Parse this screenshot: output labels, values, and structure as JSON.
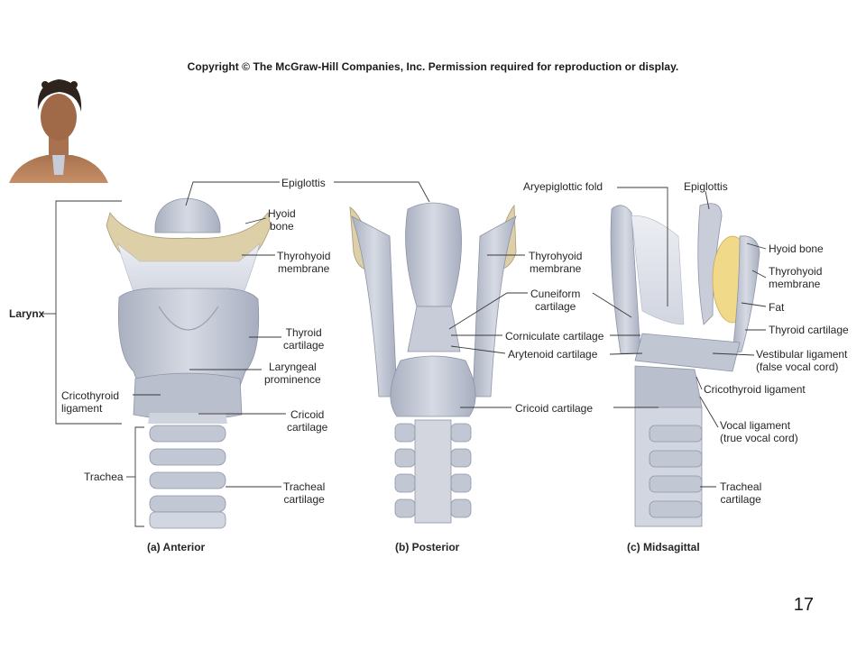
{
  "copyright": "Copyright © The McGraw-Hill Companies, Inc. Permission required for reproduction or display.",
  "page_number": "17",
  "colors": {
    "cartilage": "#c4c9d6",
    "cartilage_dark": "#9aa1b3",
    "membrane": "#dfe1ea",
    "bone": "#d8c9a0",
    "fat": "#f1d98a",
    "skin": "#9c6a4c"
  },
  "labels": {
    "larynx": "Larynx",
    "cricothyroid_ligament": [
      "Cricothyroid",
      "ligament"
    ],
    "trachea": "Trachea",
    "epiglottis": "Epiglottis",
    "hyoid_bone": [
      "Hyoid",
      "bone"
    ],
    "thyrohyoid_membrane": [
      "Thyrohyoid",
      "membrane"
    ],
    "thyroid_cartilage": [
      "Thyroid",
      "cartilage"
    ],
    "laryngeal_prominence": [
      "Laryngeal",
      "prominence"
    ],
    "cricoid_cartilage": [
      "Cricoid",
      "cartilage"
    ],
    "tracheal_cartilage": [
      "Tracheal",
      "cartilage"
    ],
    "post_thyrohyoid_membrane": [
      "Thyrohyoid",
      "membrane"
    ],
    "cuneiform_cartilage": [
      "Cuneiform",
      "cartilage"
    ],
    "corniculate_cartilage": "Corniculate cartilage",
    "arytenoid_cartilage": "Arytenoid cartilage",
    "post_cricoid_cartilage": "Cricoid cartilage",
    "aryepiglottic_fold": "Aryepiglottic fold",
    "mid_epiglottis": "Epiglottis",
    "mid_hyoid_bone": "Hyoid bone",
    "mid_thyrohyoid_membrane": [
      "Thyrohyoid",
      "membrane"
    ],
    "fat": "Fat",
    "mid_thyroid_cartilage": "Thyroid cartilage",
    "vestibular_ligament": [
      "Vestibular ligament",
      "(false vocal cord)"
    ],
    "mid_cricothyroid_ligament": "Cricothyroid ligament",
    "vocal_ligament": [
      "Vocal ligament",
      "(true vocal cord)"
    ],
    "mid_tracheal_cartilage": [
      "Tracheal",
      "cartilage"
    ]
  },
  "captions": {
    "anterior": "(a) Anterior",
    "posterior": "(b) Posterior",
    "midsagittal": "(c) Midsagittal"
  }
}
